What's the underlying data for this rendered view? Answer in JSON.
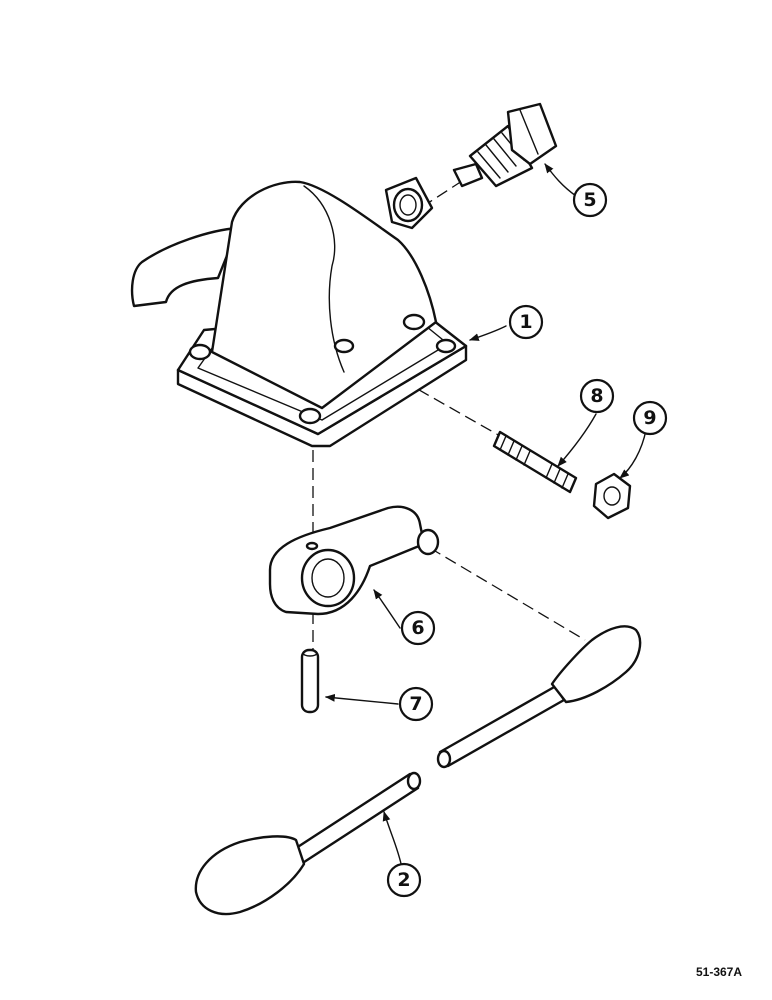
{
  "callouts": {
    "c1": "1",
    "c2": "2",
    "c5": "5",
    "c6": "6",
    "c7": "7",
    "c8": "8",
    "c9": "9"
  },
  "figure_ref": "51-367A"
}
